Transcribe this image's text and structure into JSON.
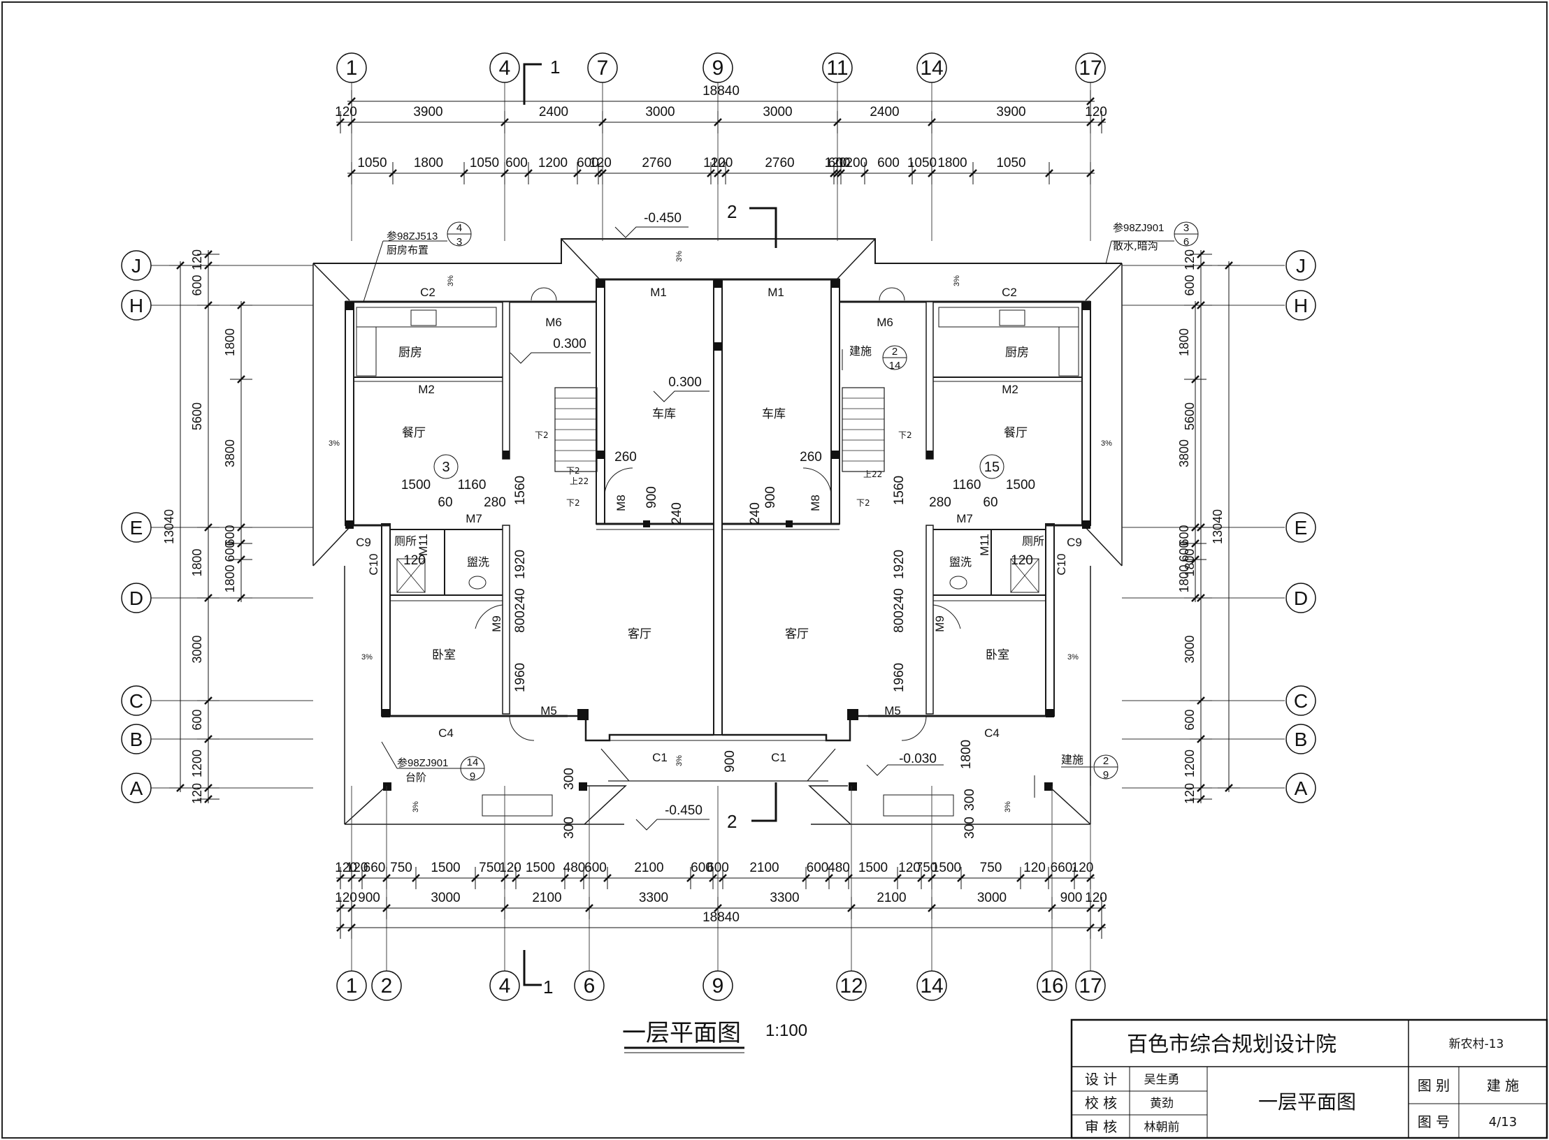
{
  "drawing": {
    "title": "一层平面图",
    "scale": "1:100",
    "section_mark": "1",
    "section_mark_2": "2",
    "slope": "3%"
  },
  "axes_top": [
    "1",
    "4",
    "7",
    "9",
    "11",
    "14",
    "17"
  ],
  "axes_bottom": [
    "1",
    "2",
    "4",
    "6",
    "9",
    "12",
    "14",
    "16",
    "17"
  ],
  "axes_rows": [
    "J",
    "H",
    "E",
    "D",
    "C",
    "B",
    "A"
  ],
  "dims_top": {
    "total": "18840",
    "row2": [
      "120",
      "3900",
      "2400",
      "3000",
      "3000",
      "2400",
      "3900",
      "120"
    ],
    "row3": [
      "1050",
      "1800",
      "1050",
      "600",
      "1200",
      "600",
      "120",
      "2760",
      "120",
      "120",
      "2760",
      "120",
      "600",
      "1200",
      "600",
      "1050",
      "1800",
      "1050"
    ]
  },
  "dims_bottom": {
    "total": "18840",
    "row1": [
      "120",
      "120",
      "660",
      "750",
      "1500",
      "750",
      "120",
      "1500",
      "480",
      "600",
      "2100",
      "600",
      "600",
      "2100",
      "600",
      "480",
      "1500",
      "120",
      "750",
      "1500",
      "750",
      "120",
      "660",
      "120"
    ],
    "row2": [
      "120",
      "900",
      "3000",
      "2100",
      "3300",
      "3300",
      "2100",
      "3000",
      "900",
      "120"
    ]
  },
  "dims_left": {
    "total": "13040",
    "row_a": [
      "120",
      "600",
      "1800",
      "5600",
      "3800",
      "600",
      "600",
      "1800",
      "600",
      "3000",
      "600",
      "1200",
      "120"
    ]
  },
  "dims_right": {
    "total": "13040",
    "row_a": [
      "120",
      "600",
      "1800",
      "5600",
      "3800",
      "600",
      "600",
      "1800",
      "600",
      "3000",
      "600",
      "1200",
      "120"
    ]
  },
  "rooms": {
    "kitchen": "厨房",
    "dining": "餐厅",
    "garage": "车库",
    "living": "客厅",
    "toilet": "厕所",
    "wash": "盥洗",
    "bedroom": "卧室"
  },
  "doors": [
    "M1",
    "M2",
    "M5",
    "M6",
    "M7",
    "M8",
    "M9",
    "M11"
  ],
  "windows": [
    "C1",
    "C2",
    "C4",
    "C9",
    "C10"
  ],
  "elevations": [
    "-0.450",
    "0.300",
    "-0.030"
  ],
  "notes": {
    "ref_kitchen": "参98ZJ513",
    "kitchen_layout": "厨房布置",
    "ref_kitchen_num": "4",
    "ref_kitchen_den": "3",
    "ref_drain": "参98ZJ901",
    "drain_text": "散水,暗沟",
    "ref_drain_num": "3",
    "ref_drain_den": "6",
    "ref_step": "参98ZJ901",
    "step_text": "台阶",
    "ref_step_num": "14",
    "ref_step_den": "9",
    "jianshi": "建施",
    "js_a_num": "2",
    "js_a_den": "14",
    "js_b_num": "2",
    "js_b_den": "9",
    "stair_up": "上22",
    "stair_down": "下2",
    "detail_3": "3",
    "detail_15": "15",
    "d1500": "1500",
    "d1160": "1160",
    "d60": "60",
    "d280": "280",
    "d1560": "1560",
    "d1920": "1920",
    "d240": "240",
    "d800": "800",
    "d1960": "1960",
    "d260": "260",
    "d900": "900",
    "d120": "120",
    "d1800": "1800",
    "d300": "300"
  },
  "title_block": {
    "institute": "百色市综合规划设计院",
    "project": "新农村-13",
    "design_label": "设 计",
    "designer": "吴生勇",
    "check_label": "校 核",
    "checker": "黄劲",
    "review_label": "审 核",
    "reviewer": "林朝前",
    "sheet_title": "一层平面图",
    "category_label": "图 别",
    "category": "建 施",
    "number_label": "图 号",
    "number": "4/13"
  }
}
